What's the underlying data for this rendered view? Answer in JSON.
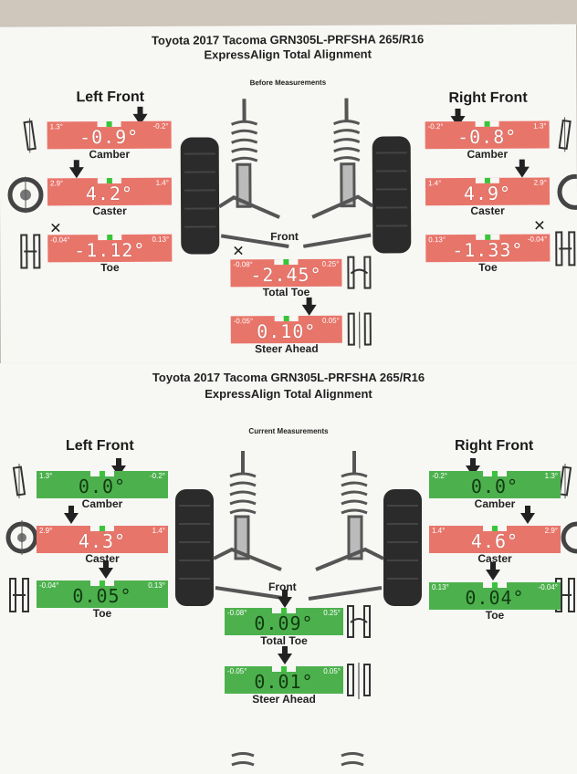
{
  "sheets": [
    {
      "title_line1": "Toyota 2017 Tacoma GRN305L-PRFSHA 265/R16",
      "title_line2": "ExpressAlign Total Alignment",
      "section": "Before Measurements",
      "left_head": "Left Front",
      "right_head": "Right Front",
      "front_label": "Front",
      "gauges": {
        "lf_camber": {
          "min": "1.3°",
          "max": "-0.2°",
          "value": "-0.9°",
          "label": "Camber",
          "status": "red"
        },
        "lf_caster": {
          "min": "2.9°",
          "max": "1.4°",
          "value": "4.2°",
          "label": "Caster",
          "status": "red"
        },
        "lf_toe": {
          "min": "-0.04°",
          "max": "0.13°",
          "value": "-1.12°",
          "label": "Toe",
          "status": "red"
        },
        "rf_camber": {
          "min": "-0.2°",
          "max": "1.3°",
          "value": "-0.8°",
          "label": "Camber",
          "status": "red"
        },
        "rf_caster": {
          "min": "1.4°",
          "max": "2.9°",
          "value": "4.9°",
          "label": "Caster",
          "status": "red"
        },
        "rf_toe": {
          "min": "0.13°",
          "max": "-0.04°",
          "value": "-1.33°",
          "label": "Toe",
          "status": "red"
        },
        "total_toe": {
          "min": "-0.08°",
          "max": "0.25°",
          "value": "-2.45°",
          "label": "Total Toe",
          "status": "red"
        },
        "steer_ahead": {
          "min": "-0.05°",
          "max": "0.05°",
          "value": "0.10°",
          "label": "Steer Ahead",
          "status": "red"
        }
      }
    },
    {
      "title_line1": "Toyota 2017 Tacoma GRN305L-PRFSHA 265/R16",
      "title_line2": "ExpressAlign Total Alignment",
      "section": "Current Measurements",
      "left_head": "Left Front",
      "right_head": "Right Front",
      "front_label": "Front",
      "gauges": {
        "lf_camber": {
          "min": "1.3°",
          "max": "-0.2°",
          "value": "0.0°",
          "label": "Camber",
          "status": "green"
        },
        "lf_caster": {
          "min": "2.9°",
          "max": "1.4°",
          "value": "4.3°",
          "label": "Caster",
          "status": "red"
        },
        "lf_toe": {
          "min": "-0.04°",
          "max": "0.13°",
          "value": "0.05°",
          "label": "Toe",
          "status": "green"
        },
        "rf_camber": {
          "min": "-0.2°",
          "max": "1.3°",
          "value": "0.0°",
          "label": "Camber",
          "status": "green"
        },
        "rf_caster": {
          "min": "1.4°",
          "max": "2.9°",
          "value": "4.6°",
          "label": "Caster",
          "status": "red"
        },
        "rf_toe": {
          "min": "0.13°",
          "max": "-0.04°",
          "value": "0.04°",
          "label": "Toe",
          "status": "green"
        },
        "total_toe": {
          "min": "-0.08°",
          "max": "0.25°",
          "value": "0.09°",
          "label": "Total Toe",
          "status": "green"
        },
        "steer_ahead": {
          "min": "-0.05°",
          "max": "0.05°",
          "value": "0.01°",
          "label": "Steer Ahead",
          "status": "green"
        }
      }
    }
  ],
  "colors": {
    "out_of_spec": "#e8756a",
    "in_spec": "#4cb14d",
    "center_mark": "#39c43a"
  },
  "icons": [
    "camber-icon",
    "caster-icon",
    "toe-icon",
    "total-toe-icon",
    "steer-ahead-icon",
    "coil-spring-strut-icon",
    "tire-icon",
    "down-arrow-icon",
    "x-mark-icon"
  ]
}
